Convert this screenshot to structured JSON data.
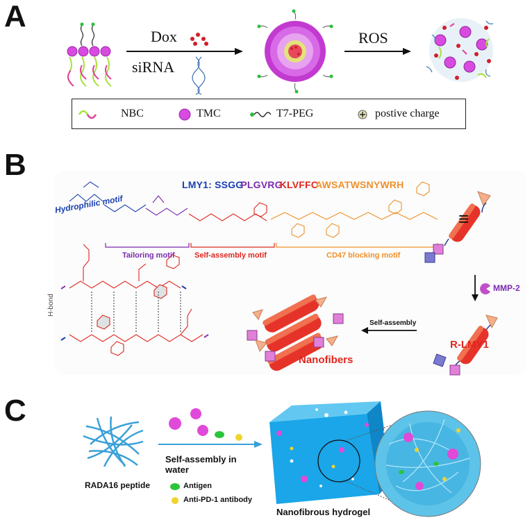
{
  "panels": {
    "a": "A",
    "b": "B",
    "c": "C"
  },
  "panel_a": {
    "dox_label": "Dox",
    "sirna_label": "siRNA",
    "ros_label": "ROS",
    "legend": [
      {
        "label": "NBC",
        "icon": "nbc-chain-icon"
      },
      {
        "label": "TMC",
        "icon": "tmc-sphere-icon"
      },
      {
        "label": "T7-PEG",
        "icon": "t7-peg-icon"
      },
      {
        "label": "postive charge",
        "icon": "positive-charge-icon"
      }
    ],
    "colors": {
      "nbc_green": "#a8e23a",
      "nbc_pink": "#e0409a",
      "tmc": "#d84ae0",
      "dox": "#d0202a"
    }
  },
  "panel_b": {
    "lmy1_label": "LMY1:",
    "seq_parts": [
      {
        "text": "SSGG",
        "color": "#1b3fb0"
      },
      {
        "text": "PLGVRG",
        "color": "#7a2ab0"
      },
      {
        "text": "KLVFFC",
        "color": "#e0261f"
      },
      {
        "text": "AWSATWSNYWRH",
        "color": "#f0902a"
      }
    ],
    "hydrophilic_motif": "Hydrophilic motif",
    "tailoring_motif": "Tailoring motif",
    "self_assembly_motif": "Self-assembly motif",
    "cd47_motif": "CD47 blocking motif",
    "equiv": "≡",
    "mmp2": "MMP-2",
    "self_assembly": "Self-assembly",
    "r_lmy1": "R-LMY1",
    "nanofibers": "Nanofibers",
    "hbond": "H-bond"
  },
  "panel_c": {
    "peptide": "RADA16 peptide",
    "self_assembly_line1": "Self-assembly in",
    "self_assembly_line2": "water",
    "antigen": "Antigen",
    "antibody": "Anti-PD-1 antibody",
    "hydrogel": "Nanofibrous hydrogel"
  }
}
